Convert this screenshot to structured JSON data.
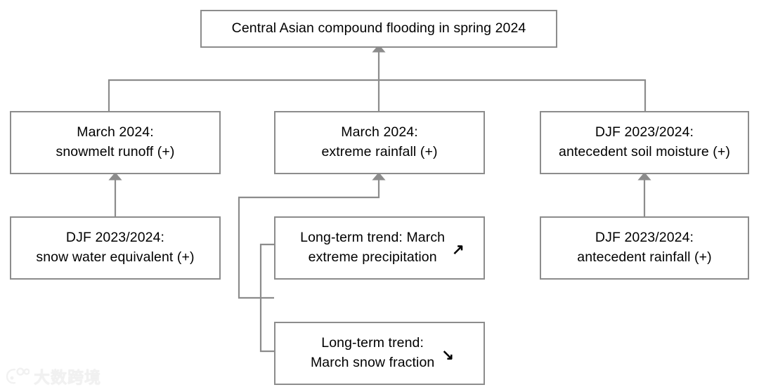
{
  "diagram": {
    "title_node": {
      "id": "root",
      "label": "Central Asian compound flooding in spring 2024"
    },
    "nodes": [
      {
        "id": "snowmelt",
        "label": "March 2024:\nsnowmelt runoff (+)",
        "trend": ""
      },
      {
        "id": "rainfall",
        "label": "March 2024:\nextreme rainfall (+)",
        "trend": ""
      },
      {
        "id": "soilmoist",
        "label": "DJF 2023/2024:\nantecedent soil moisture (+)",
        "trend": ""
      },
      {
        "id": "swe",
        "label": "DJF 2023/2024:\nsnow water equivalent (+)",
        "trend": ""
      },
      {
        "id": "trendprecip",
        "label": "Long-term trend: March\nextreme precipitation",
        "trend": "↗"
      },
      {
        "id": "antrain",
        "label": "DJF 2023/2024:\nantecedent rainfall (+)",
        "trend": ""
      },
      {
        "id": "trendsnow",
        "label": "Long-term trend:\nMarch snow fraction",
        "trend": "↘"
      }
    ],
    "edges": [
      {
        "from": "snowmelt",
        "to": "root",
        "arrow": "up"
      },
      {
        "from": "rainfall",
        "to": "root",
        "arrow": "up"
      },
      {
        "from": "soilmoist",
        "to": "root",
        "arrow": "up"
      },
      {
        "from": "swe",
        "to": "snowmelt",
        "arrow": "up"
      },
      {
        "from": "trendprecip",
        "to": "rainfall",
        "arrow": "up"
      },
      {
        "from": "trendsnow",
        "to": "rainfall",
        "arrow": "up"
      },
      {
        "from": "antrain",
        "to": "soilmoist",
        "arrow": "up"
      }
    ],
    "colors": {
      "box_border": "#8c8c8c",
      "box_fill": "#ffffff",
      "connector": "#8c8c8c",
      "text": "#000000",
      "background": "#ffffff"
    }
  },
  "watermark": {
    "text": "大数跨境",
    "logo": "smiley-logo-icon"
  }
}
